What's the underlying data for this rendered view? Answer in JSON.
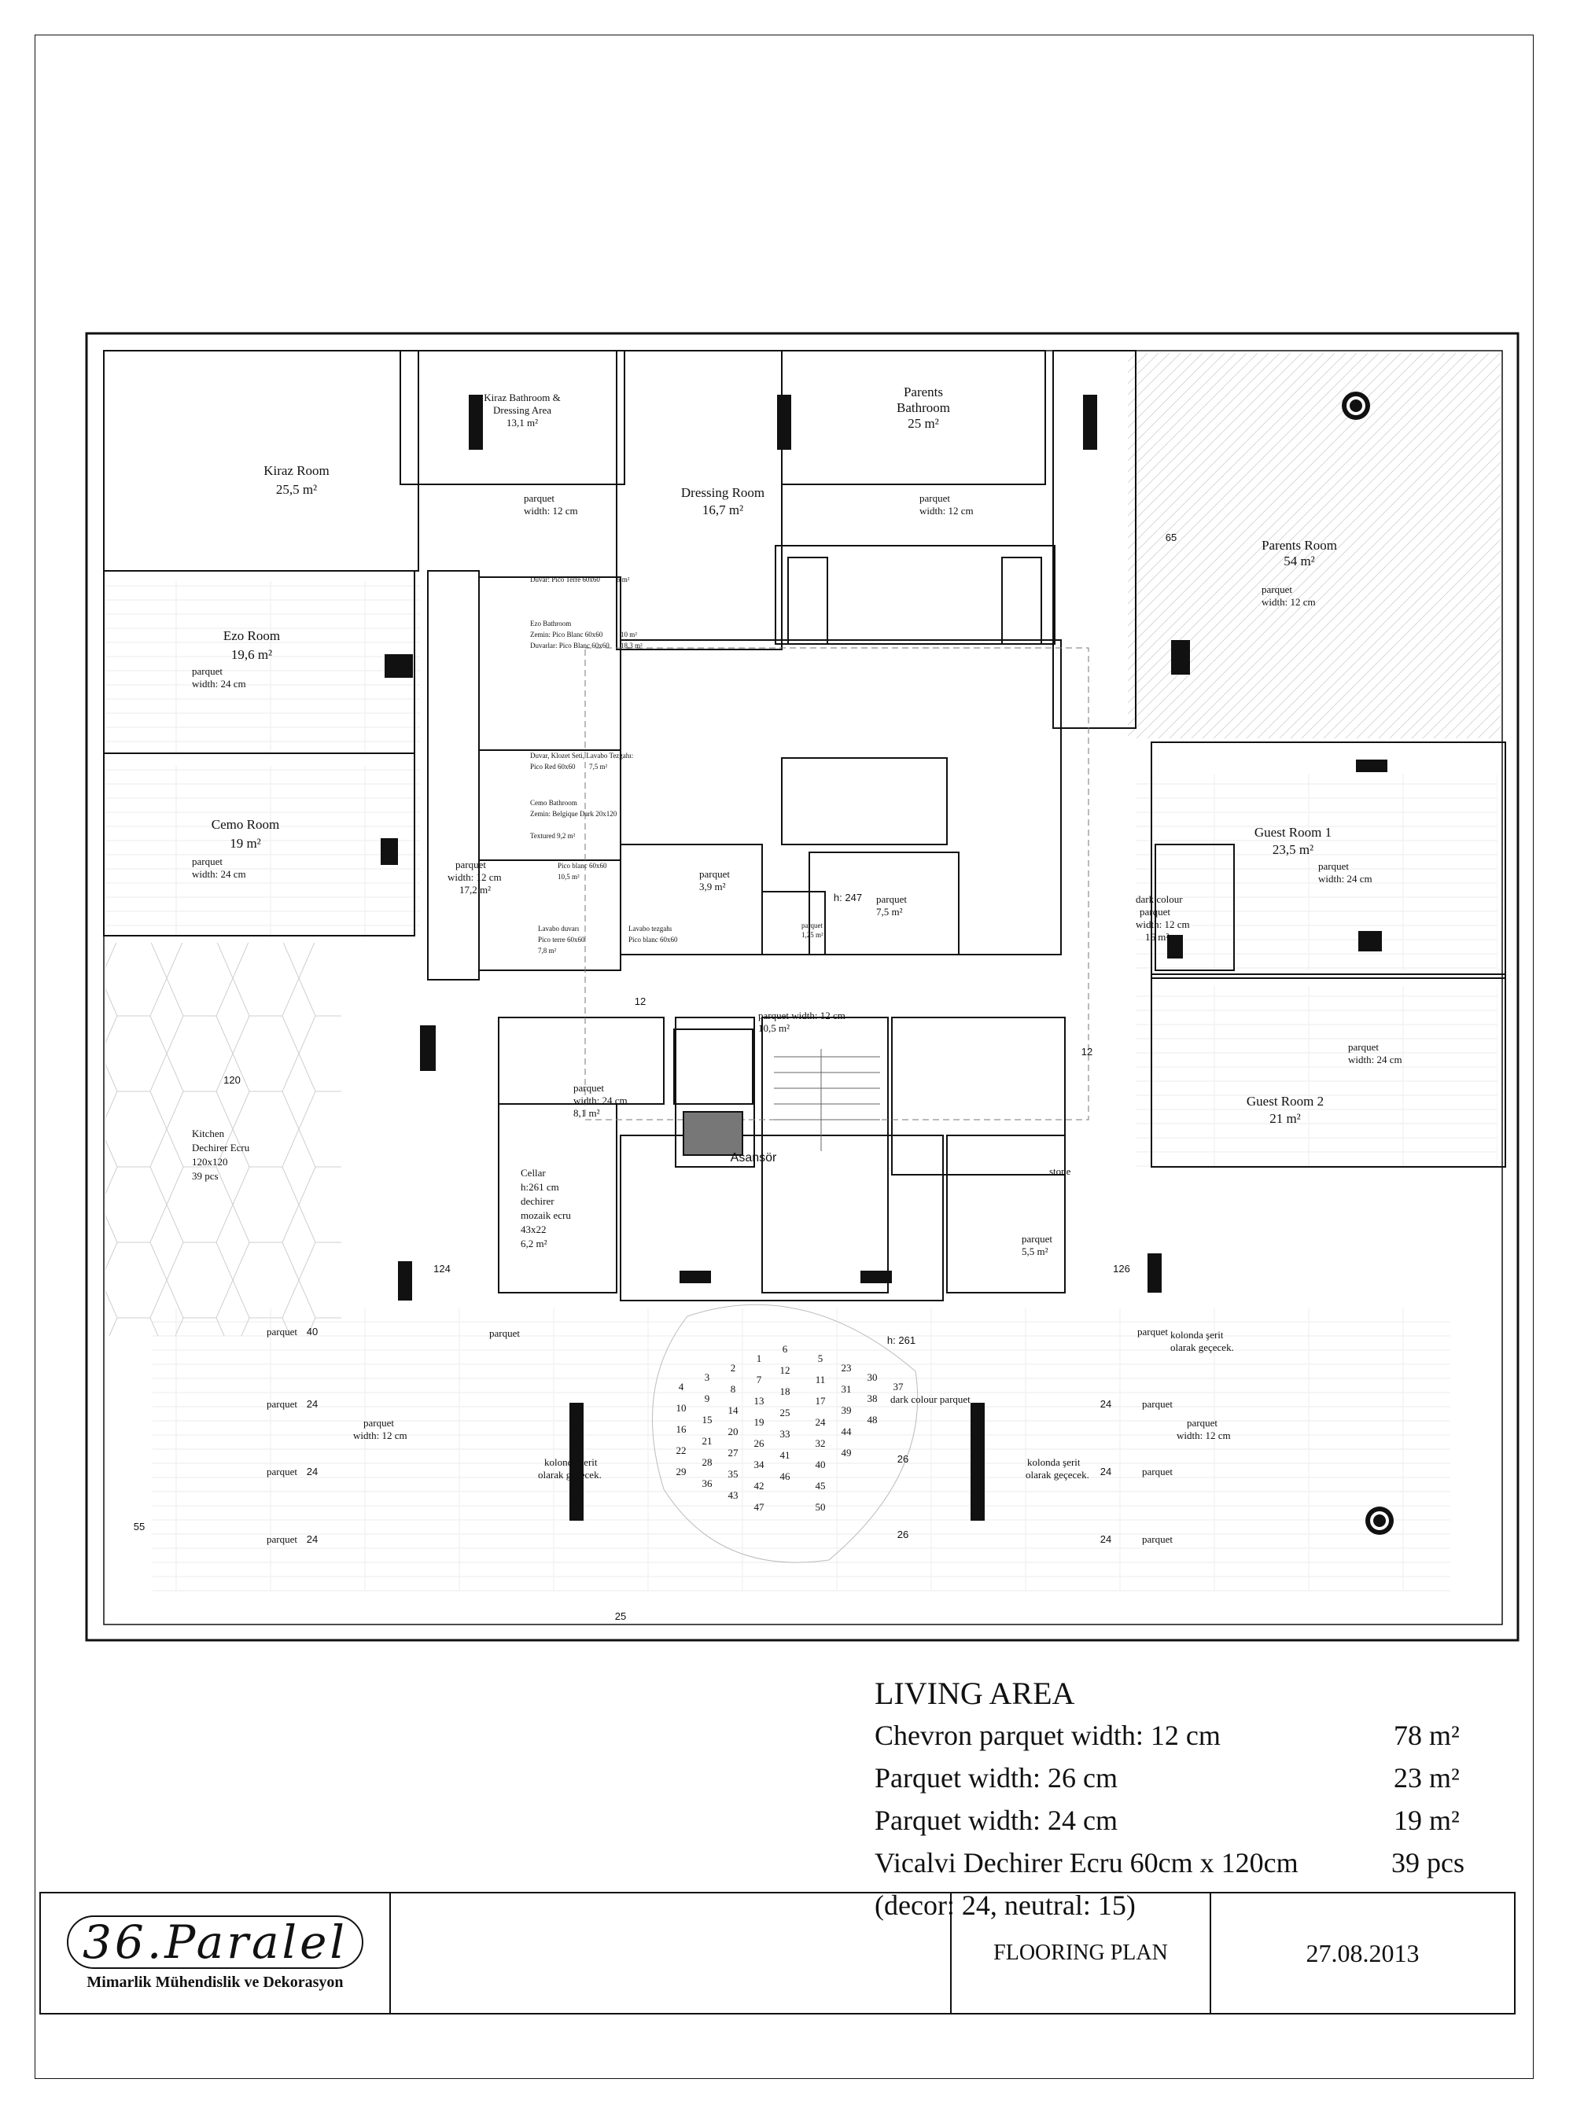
{
  "rooms": {
    "kiraz_room": {
      "name": "Kiraz Room",
      "area": "25,5 m²"
    },
    "kiraz_bath": {
      "line1": "Kiraz Bathroom &",
      "line2": "Dressing Area",
      "area": "13,1 m²"
    },
    "dressing_room": {
      "name": "Dressing Room",
      "area": "16,7 m²"
    },
    "parents_bath": {
      "line1": "Parents",
      "line2": "Bathroom",
      "area": "25 m²"
    },
    "parents_room": {
      "name": "Parents Room",
      "area": "54 m²",
      "floor": "parquet",
      "width": "width: 12 cm"
    },
    "ezo_room": {
      "name": "Ezo Room",
      "area": "19,6 m²",
      "floor": "parquet",
      "width": "width: 24 cm"
    },
    "cemo_room": {
      "name": "Cemo Room",
      "area": "19 m²",
      "floor": "parquet",
      "width": "width: 24 cm"
    },
    "guest_room_1": {
      "name": "Guest Room 1",
      "area": "23,5 m²",
      "floor": "parquet",
      "width": "width: 24 cm"
    },
    "guest_room_2": {
      "name": "Guest Room 2",
      "area": "21 m²",
      "floor": "parquet",
      "width": "width: 24 cm"
    },
    "kitchen": {
      "line1": "Kitchen",
      "line2": "Dechirer Ecru",
      "line3": "120x120",
      "line4": "39 pcs",
      "mark": "120"
    },
    "cellar": {
      "line1": "Cellar",
      "line2": "h:261 cm",
      "line3": "dechirer",
      "line4": "mozaik ecru",
      "line5": "43x22",
      "line6": "6,2 m²"
    },
    "elevator": {
      "name": "Asansör"
    }
  },
  "notes": {
    "kiraz_parquet": {
      "a": "parquet",
      "b": "width: 12 cm"
    },
    "dressing_parquet": {
      "a": "parquet",
      "b": "width: 12 cm"
    },
    "hall_parquet": {
      "a": "parquet",
      "b": "width: 12 cm",
      "c": "17,2 m²"
    },
    "ezo_bath_wall": "Duvar: Pico Terre 60x60",
    "ezo_bath_wall_area": "6 m²",
    "ezo_bath_1": "Ezo Bathroom",
    "ezo_bath_2": "Zemin: Pico Blanc 60x60",
    "ezo_bath_2a": "10 m²",
    "ezo_bath_3": "Duvarlar: Pico Blanc 60x60",
    "ezo_bath_3a": "18,3 m²",
    "cemo_bath_wall_1": "Duvar, Klozet Seti, Lavabo Tezgahı:",
    "cemo_bath_wall_2": "Pico Red 60x60",
    "cemo_bath_wall_area": "7,5 m²",
    "cemo_bath_1": "Cemo Bathroom",
    "cemo_bath_2": "Zemin: Belgique Dark 20x120",
    "cemo_bath_3": "Textured 9,2 m²",
    "pico_blanc_1": "Pico blanc 60x60",
    "pico_blanc_2": "10,5 m²",
    "lavabo_duvari_1": "Lavabo duvarı",
    "lavabo_duvari_2": "Pico terre 60x60",
    "lavabo_duvari_3": "7,8 m²",
    "lavabo_tezgahi_1": "Lavabo tezgahı",
    "lavabo_tezgahi_2": "Pico blanc 60x60",
    "small_a": {
      "a": "parquet",
      "b": "3,9 m²"
    },
    "small_b": {
      "a": "parquet",
      "b": "7,5 m²"
    },
    "small_c": {
      "a": "parquet",
      "b": "1,25 m²"
    },
    "h247": "h: 247",
    "dark_colour": {
      "a": "dark colour",
      "b": "parquet",
      "c": "width: 12 cm",
      "d": "16 m²"
    },
    "corridor": {
      "a": "parquet width: 12 cm",
      "b": "10,5 m²"
    },
    "pantry": {
      "a": "parquet",
      "b": "width: 24 cm",
      "c": "8,1 m²"
    },
    "stone": "stone",
    "wc_parquet": {
      "a": "parquet",
      "b": "5,5 m²"
    },
    "h261": "h: 261",
    "dark_colour_parquet": "dark colour parquet",
    "parquet": "parquet",
    "living_left": {
      "a": "parquet",
      "b": "width: 12 cm"
    },
    "living_right": {
      "a": "parquet",
      "b": "width: 12 cm"
    },
    "kolonda_1": "kolonda şerit",
    "kolonda_2": "olarak geçecek.",
    "kolonda_r1": "kolonda şerit",
    "kolonda_r2": "olarak geçecek.",
    "dim_65": "65",
    "dim_124": "124",
    "dim_126": "126",
    "dim_55": "55",
    "dim_40": "40",
    "dim_24": "24",
    "dim_25": "25",
    "dim_26": "26",
    "dim_12": "12"
  },
  "tile_numbers": [
    "1",
    "2",
    "3",
    "4",
    "5",
    "6",
    "7",
    "8",
    "9",
    "10",
    "11",
    "12",
    "13",
    "14",
    "15",
    "16",
    "17",
    "18",
    "19",
    "20",
    "21",
    "22",
    "23",
    "24",
    "25",
    "26",
    "27",
    "28",
    "29",
    "30",
    "31",
    "32",
    "33",
    "34",
    "35",
    "36",
    "37",
    "38",
    "39",
    "40",
    "41",
    "42",
    "43",
    "44",
    "45",
    "46",
    "47",
    "48",
    "49",
    "50"
  ],
  "summary": {
    "title": "LIVING AREA",
    "rows": [
      {
        "label": "Chevron parquet width: 12 cm",
        "value": "78 m²"
      },
      {
        "label": "Parquet width: 26 cm",
        "value": "23 m²"
      },
      {
        "label": "Parquet width: 24 cm",
        "value": "19 m²"
      },
      {
        "label": "Vicalvi Dechirer Ecru 60cm x 120cm",
        "value": "39 pcs"
      }
    ],
    "extra": "(decor: 24, neutral: 15)"
  },
  "title_block": {
    "logo": "36.Paralel",
    "company": "Mimarlik Mühendislik ve Dekorasyon",
    "plan_name": "FLOORING PLAN",
    "date": "27.08.2013"
  }
}
